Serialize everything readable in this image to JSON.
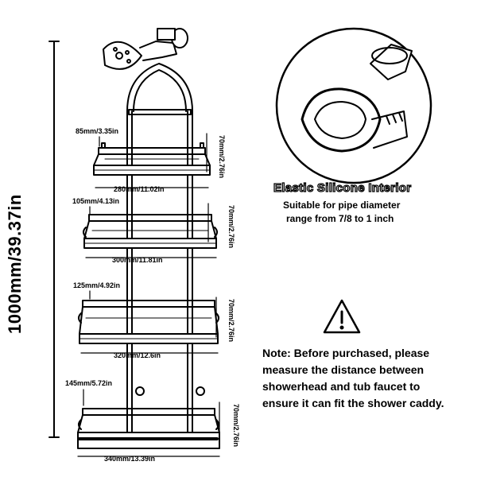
{
  "height_label": "1000mm/39.37in",
  "shelves": [
    {
      "depth": "85mm/3.35in",
      "width": "280mm/11.02in",
      "spacing": "70mm/2.76in"
    },
    {
      "depth": "105mm/4.13in",
      "width": "300mm/11.81in",
      "spacing": "70mm/2.76in"
    },
    {
      "depth": "125mm/4.92in",
      "width": "320mm/12.6in",
      "spacing": "70mm/2.76in"
    },
    {
      "depth": "145mm/5.72in",
      "width": "340mm/13.39in",
      "spacing": "70mm/2.76in"
    }
  ],
  "interior": {
    "title": "Elastic Silicone Interior",
    "line1": "Suitable for pipe diameter",
    "line2": "range from 7/8 to 1 inch"
  },
  "note": {
    "line1": "Note: Before purchased, please",
    "line2": "measure the distance between",
    "line3": "showerhead and tub faucet to",
    "line4": "ensure it can fit the shower caddy."
  },
  "icons": [
    "warning-icon",
    "shower-head-icon",
    "pipe-clamp-icon"
  ]
}
